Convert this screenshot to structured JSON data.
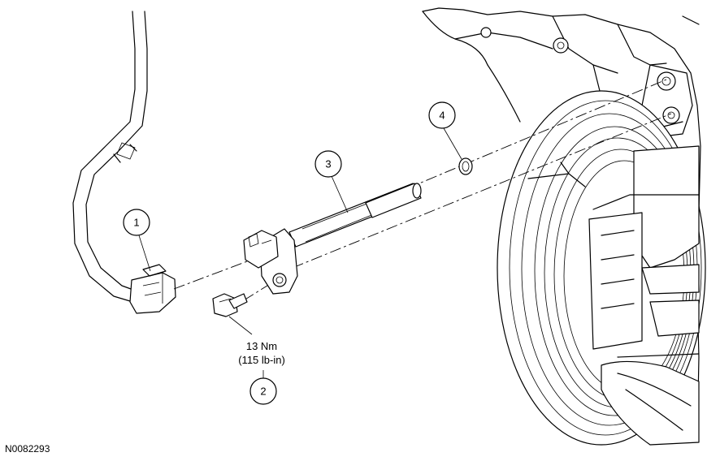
{
  "callouts": [
    {
      "id": "1",
      "label": "1"
    },
    {
      "id": "2",
      "label": "2"
    },
    {
      "id": "3",
      "label": "3"
    },
    {
      "id": "4",
      "label": "4"
    }
  ],
  "torque": {
    "metric": "13 Nm",
    "imperial": "(115 lb-in)"
  },
  "reference": "N0082293"
}
